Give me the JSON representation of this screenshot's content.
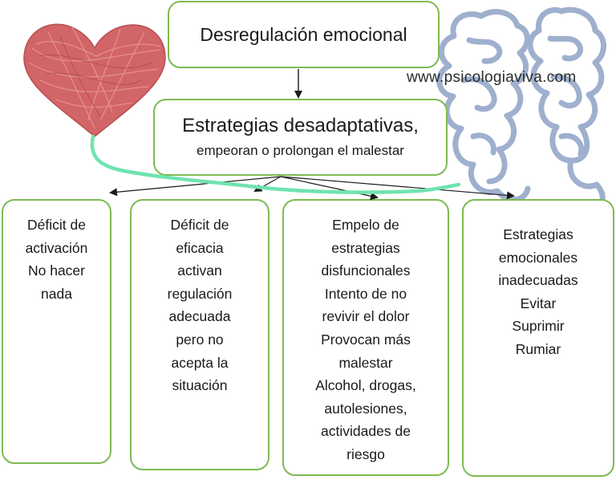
{
  "diagram": {
    "top_node": "Desregulación emocional",
    "middle_node": {
      "title": "Estrategias desadaptativas,",
      "subtitle": "empeoran o prolongan el malestar"
    },
    "branches": [
      {
        "lines": [
          "Déficit de",
          "activación",
          "No hacer",
          "nada"
        ]
      },
      {
        "lines": [
          "Déficit de",
          "eficacia",
          "activan",
          "regulación",
          "adecuada",
          "pero no",
          "acepta la",
          "situación"
        ]
      },
      {
        "lines": [
          "Empelo de",
          "estrategias",
          "disfuncionales",
          "Intento de no",
          "revivir el dolor",
          "Provocan más",
          "malestar",
          "Alcohol, drogas,",
          "autolesiones,",
          "actividades de",
          "riesgo"
        ]
      },
      {
        "lines": [
          "Estrategias",
          "emocionales",
          "inadecuadas",
          "Evitar",
          "Suprimir",
          "Rumiar"
        ]
      }
    ]
  },
  "watermark": "www.psicologiaviva.com",
  "illustrations": {
    "heart": {
      "icon": "yarn-heart-icon",
      "color": "#cf5f62"
    },
    "brain": {
      "icon": "brain-outline-icon",
      "color": "#8fa3c6"
    },
    "string": {
      "color": "#6fe3b0"
    }
  },
  "colors": {
    "box_border": "#7dbb52",
    "arrow": "#1a1a1a"
  }
}
